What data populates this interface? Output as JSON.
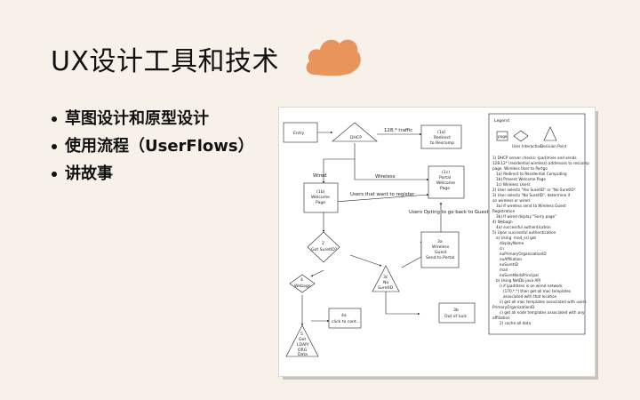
{
  "slide": {
    "title": "UX设计工具和技术",
    "bullets": [
      "草图设计和原型设计",
      "使用流程（UserFlows）",
      "讲故事"
    ],
    "accent_color": "#e8945a"
  },
  "flowchart": {
    "nodes": {
      "entry": "Entry",
      "dhcp": "DHCP",
      "redirect_1": "(1a)",
      "redirect_2": "Redirect",
      "redirect_3": "to Rescomp",
      "welcome_1": "(1b)",
      "welcome_2": "Welcome",
      "welcome_3": "Page",
      "portal_1": "(1c)",
      "portal_2": "Portal",
      "portal_3": "Welcome",
      "portal_4": "Page",
      "suretid_1": "2",
      "suretid_2": "Got SuretID?",
      "webagn_1": "4",
      "webagn_2": "Webagn",
      "nosure_1": "3c",
      "nosure_2": "No",
      "nosure_3": "SuretID",
      "guest_1": "3a",
      "guest_2": "Wireless",
      "guest_3": "Guest",
      "guest_4": "Send to Portal",
      "click_1": "4a",
      "click_2": "click to cont...",
      "out_1": "3b",
      "out_2": "Out of luck",
      "ldap_1": "5",
      "ldap_2": "Get",
      "ldap_3": "LDAP/",
      "ldap_4": "ORG",
      "ldap_5": "Data"
    },
    "edges": {
      "traffic": "128.* traffic",
      "wireless": "Wireless",
      "wired": "Wired",
      "register": "Users that want to register",
      "back_to_guest": "Users Opting to go back to Guest"
    },
    "legend": {
      "title": "Legend",
      "page": "page",
      "user_interaction": "User Interaction",
      "decision_point": "Decision Point",
      "notes": [
        "1) DHCP server checks: (pad)mies and sends",
        "128.12* (residential wireless) addresses to rescomp",
        "page. Wireless User to Portgo",
        "   1a) Redirect to Residential Computing",
        "   1b) Present Welcome Page",
        "   1c) Wireless Users",
        "2) User selects \"Yes SuretID\" or \"No SuretID\"",
        "3) User selects \"No SuretID\", determine if",
        "on wireless or wired",
        "   3a) If wireless send to Wireless Guest",
        "Registration",
        "   3b) If wired display \"Sorry page\"",
        "4) Webagn",
        "   4a) successful authentication",
        "5) Upon successful authentication",
        "   a) Using  mod_ssl get",
        "      displayName",
        "      cn",
        "      euPrimaryOrganizationID",
        "      euAffiliation",
        "      euSuretID",
        "      mail",
        "      euSuretKerbPrincipal",
        "   b) Using NetDb java API",
        "      i) if ipaddress is on wired network",
        "         (170.*.*) then get all mac templates",
        "         associated with that location",
        "      ii) get all mac templates associated with users",
        "PrimaryOrganizationID",
        "      c) get all node templates associated with any",
        "affiliation",
        "      2) cache all data"
      ]
    }
  }
}
